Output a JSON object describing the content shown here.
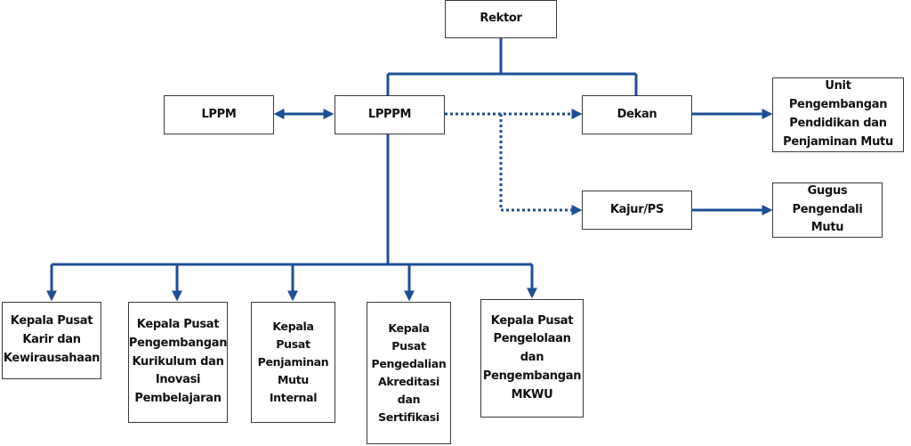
{
  "colors": {
    "connector": "#1c4f96",
    "border": "#3a3a3a",
    "text": "#111111"
  },
  "nodes": {
    "rektor": "Rektor",
    "lppm": "LPPM",
    "lpppm": "LPPPM",
    "dekan": "Dekan",
    "upppm": "Unit Pengembangan Pendidikan dan Penjaminan Mutu",
    "kajur": "Kajur/PS",
    "gugus": "Gugus Pengendali Mutu",
    "karir": "Kepala Pusat Karir dan Kewirausahaan",
    "kurikulum": "Kepala Pusat Pengembangan Kurikulum dan Inovasi Pembelajaran",
    "spmi": "Kepala Pusat Penjaminan Mutu Internal",
    "akreditasi": "Kepala Pusat Pengedalian Akreditasi dan Sertifikasi",
    "mkwu": "Kepala Pusat Pengelolaan dan Pengembangan MKWU"
  }
}
